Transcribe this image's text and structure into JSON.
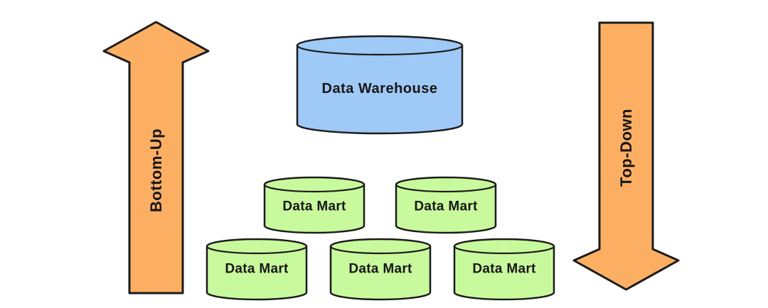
{
  "diagram": {
    "background_color": "#FFFFFF",
    "stroke_color": "#1B1B1B",
    "text_color": "#161616",
    "arrows": {
      "bottom_up": {
        "label": "Bottom-Up",
        "direction": "up",
        "fill": "#FCAF63"
      },
      "top_down": {
        "label": "Top-Down",
        "direction": "down",
        "fill": "#FCAF63"
      }
    },
    "data_warehouse": {
      "label": "Data Warehouse",
      "fill": "#9FC9F6"
    },
    "data_marts": {
      "fill": "#C9F99D",
      "top_row": [
        {
          "label": "Data Mart"
        },
        {
          "label": "Data Mart"
        }
      ],
      "bottom_row": [
        {
          "label": "Data Mart"
        },
        {
          "label": "Data Mart"
        },
        {
          "label": "Data Mart"
        }
      ]
    }
  }
}
